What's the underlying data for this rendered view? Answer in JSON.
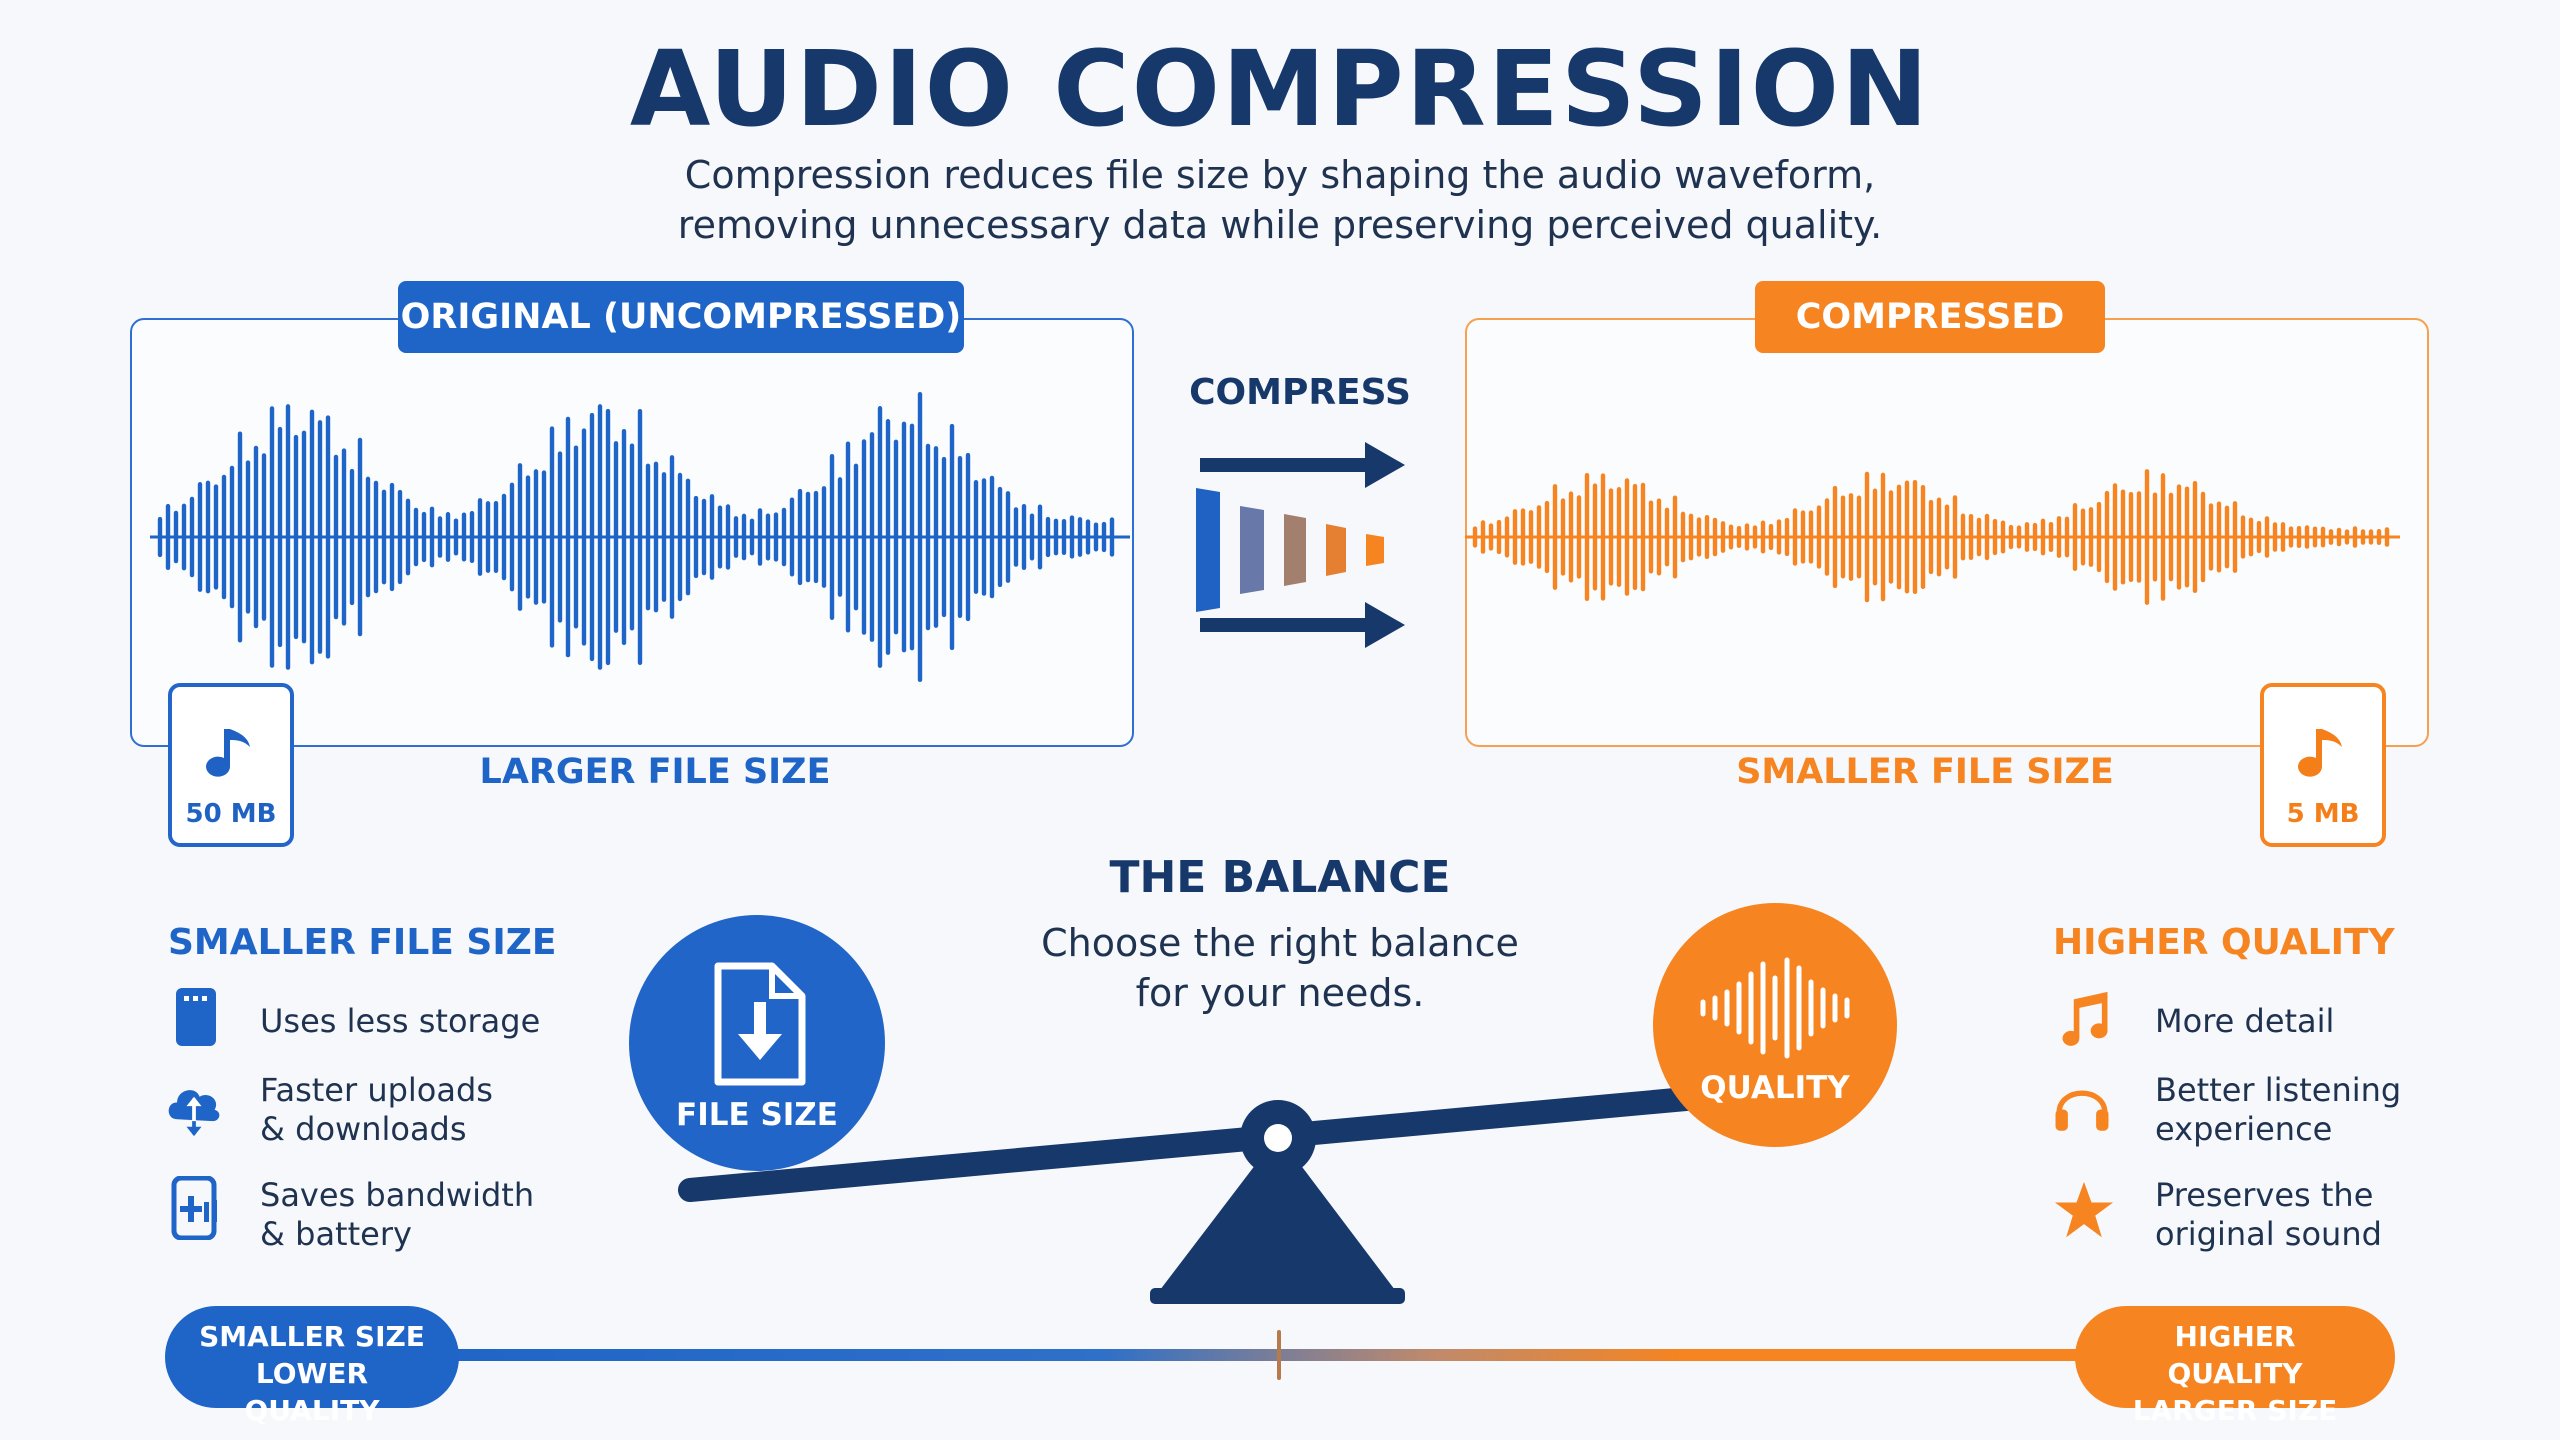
{
  "title": "AUDIO COMPRESSION",
  "subtitle_line1": "Compression reduces file size by shaping the audio waveform,",
  "subtitle_line2": "removing unnecessary data while preserving perceived quality.",
  "original": {
    "label": "ORIGINAL (UNCOMPRESSED)",
    "size_label": "LARGER FILE SIZE",
    "file_size": "50 MB",
    "color": "#1f65c7"
  },
  "compressed": {
    "label": "COMPRESSED",
    "size_label": "SMALLER FILE SIZE",
    "file_size": "5 MB",
    "color": "#f68420"
  },
  "compress_label": "COMPRESS",
  "balance": {
    "title": "THE BALANCE",
    "text_line1": "Choose the right balance",
    "text_line2": "for your needs.",
    "left_weight_label": "FILE SIZE",
    "right_weight_label": "QUALITY"
  },
  "left_side": {
    "heading": "SMALLER FILE SIZE",
    "features": [
      {
        "icon": "sd-card-icon",
        "line1": "Uses less storage",
        "line2": ""
      },
      {
        "icon": "cloud-upload-download-icon",
        "line1": "Faster uploads",
        "line2": "& downloads"
      },
      {
        "icon": "phone-battery-icon",
        "line1": "Saves bandwidth",
        "line2": "& battery"
      }
    ]
  },
  "right_side": {
    "heading": "HIGHER QUALITY",
    "features": [
      {
        "icon": "music-note-icon",
        "line1": "More detail",
        "line2": ""
      },
      {
        "icon": "headphones-icon",
        "line1": "Better listening",
        "line2": "experience"
      },
      {
        "icon": "star-icon",
        "line1": "Preserves the",
        "line2": "original sound"
      }
    ]
  },
  "spectrum": {
    "left_line1": "SMALLER SIZE",
    "left_line2": "LOWER QUALITY",
    "right_line1": "HIGHER QUALITY",
    "right_line2": "LARGER SIZE"
  }
}
